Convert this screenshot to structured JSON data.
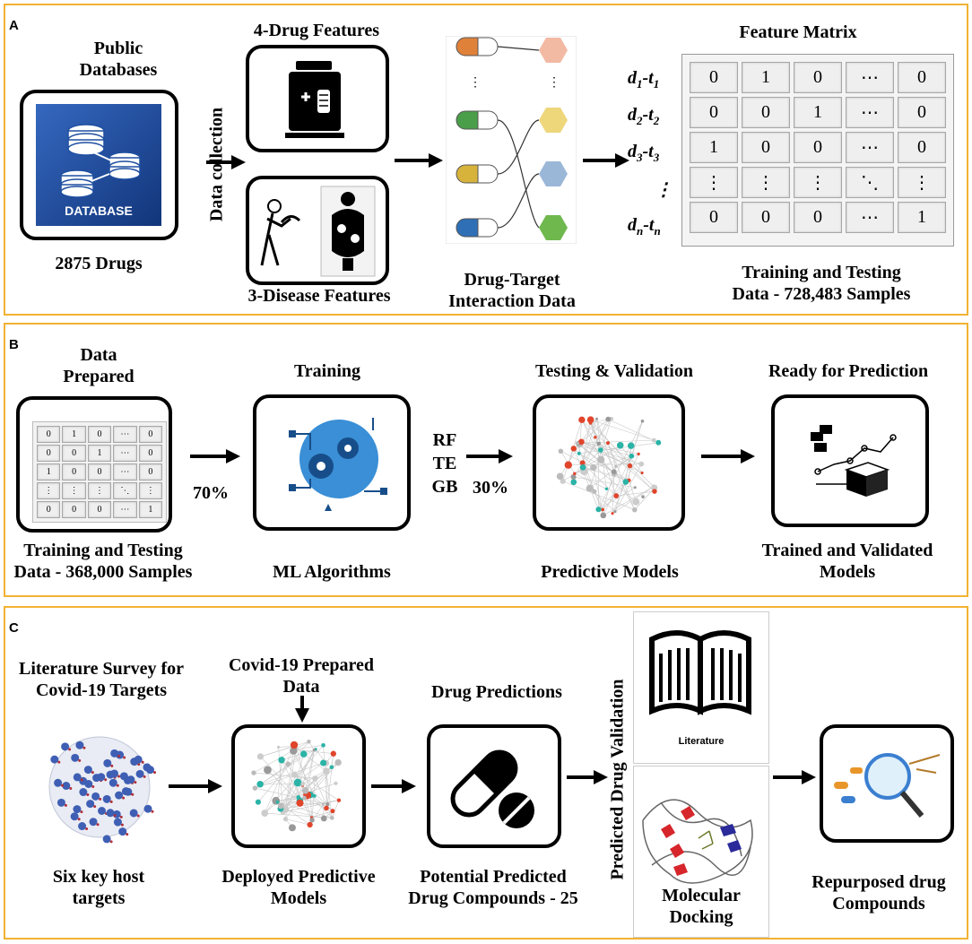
{
  "panels": {
    "a": {
      "label": "A",
      "public_databases": "Public\nDatabases",
      "database_badge": "DATABASE",
      "drugs_count": "2875 Drugs",
      "data_collection": "Data collection",
      "drug_features": "4-Drug Features",
      "disease_features": "3-Disease Features",
      "dti_label": "Drug-Target\nInteraction Data",
      "feature_matrix_title": "Feature Matrix",
      "training_testing": "Training and Testing\nData - 728,483 Samples",
      "matrix_rows": [
        {
          "label_d": "d",
          "sub_d": "1",
          "label_t": "t",
          "sub_t": "1",
          "cells": [
            "0",
            "1",
            "0",
            "⋯",
            "0"
          ]
        },
        {
          "label_d": "d",
          "sub_d": "2",
          "label_t": "t",
          "sub_t": "2",
          "cells": [
            "0",
            "0",
            "1",
            "⋯",
            "0"
          ]
        },
        {
          "label_d": "d",
          "sub_d": "3",
          "label_t": "t",
          "sub_t": "3",
          "cells": [
            "1",
            "0",
            "0",
            "⋯",
            "0"
          ]
        },
        {
          "label_d": "",
          "sub_d": "",
          "label_t": "",
          "sub_t": "",
          "cells": [
            "⋮",
            "⋮",
            "⋮",
            "⋱",
            "⋮"
          ]
        },
        {
          "label_d": "d",
          "sub_d": "n",
          "label_t": "t",
          "sub_t": "n",
          "cells": [
            "0",
            "0",
            "0",
            "⋯",
            "1"
          ]
        }
      ]
    },
    "b": {
      "label": "B",
      "data_prepared": "Data\nPrepared",
      "training_testing": "Training and Testing\nData - 368,000 Samples",
      "pct_70": "70%",
      "training": "Training",
      "ml_algorithms": "ML Algorithms",
      "algorithms": "RF\nTE\nGB",
      "pct_30": "30%",
      "testing_validation": "Testing & Validation",
      "predictive_models": "Predictive Models",
      "ready": "Ready for Prediction",
      "trained_validated": "Trained and Validated\nModels",
      "small_matrix": [
        [
          "0",
          "1",
          "0",
          "⋯",
          "0"
        ],
        [
          "0",
          "0",
          "1",
          "⋯",
          "0"
        ],
        [
          "1",
          "0",
          "0",
          "⋯",
          "0"
        ],
        [
          "⋮",
          "⋮",
          "⋮",
          "⋱",
          "⋮"
        ],
        [
          "0",
          "0",
          "0",
          "⋯",
          "1"
        ]
      ]
    },
    "c": {
      "label": "C",
      "literature_survey": "Literature Survey for\nCovid-19 Targets",
      "six_targets": "Six key host\ntargets",
      "covid_prepared": "Covid-19 Prepared\nData",
      "deployed_models": "Deployed Predictive\nModels",
      "drug_predictions": "Drug Predictions",
      "potential_compounds": "Potential Predicted\nDrug Compounds - 25",
      "predicted_validation": "Predicted Drug Validation",
      "literature_caption": "Literature",
      "molecular_docking": "Molecular\nDocking",
      "repurposed": "Repurposed drug\nCompounds"
    }
  },
  "colors": {
    "panel_border": "#f2b233",
    "database_blue": "#1f4fa0",
    "network_teal": "#2ab3a6",
    "network_red": "#e0452b"
  }
}
